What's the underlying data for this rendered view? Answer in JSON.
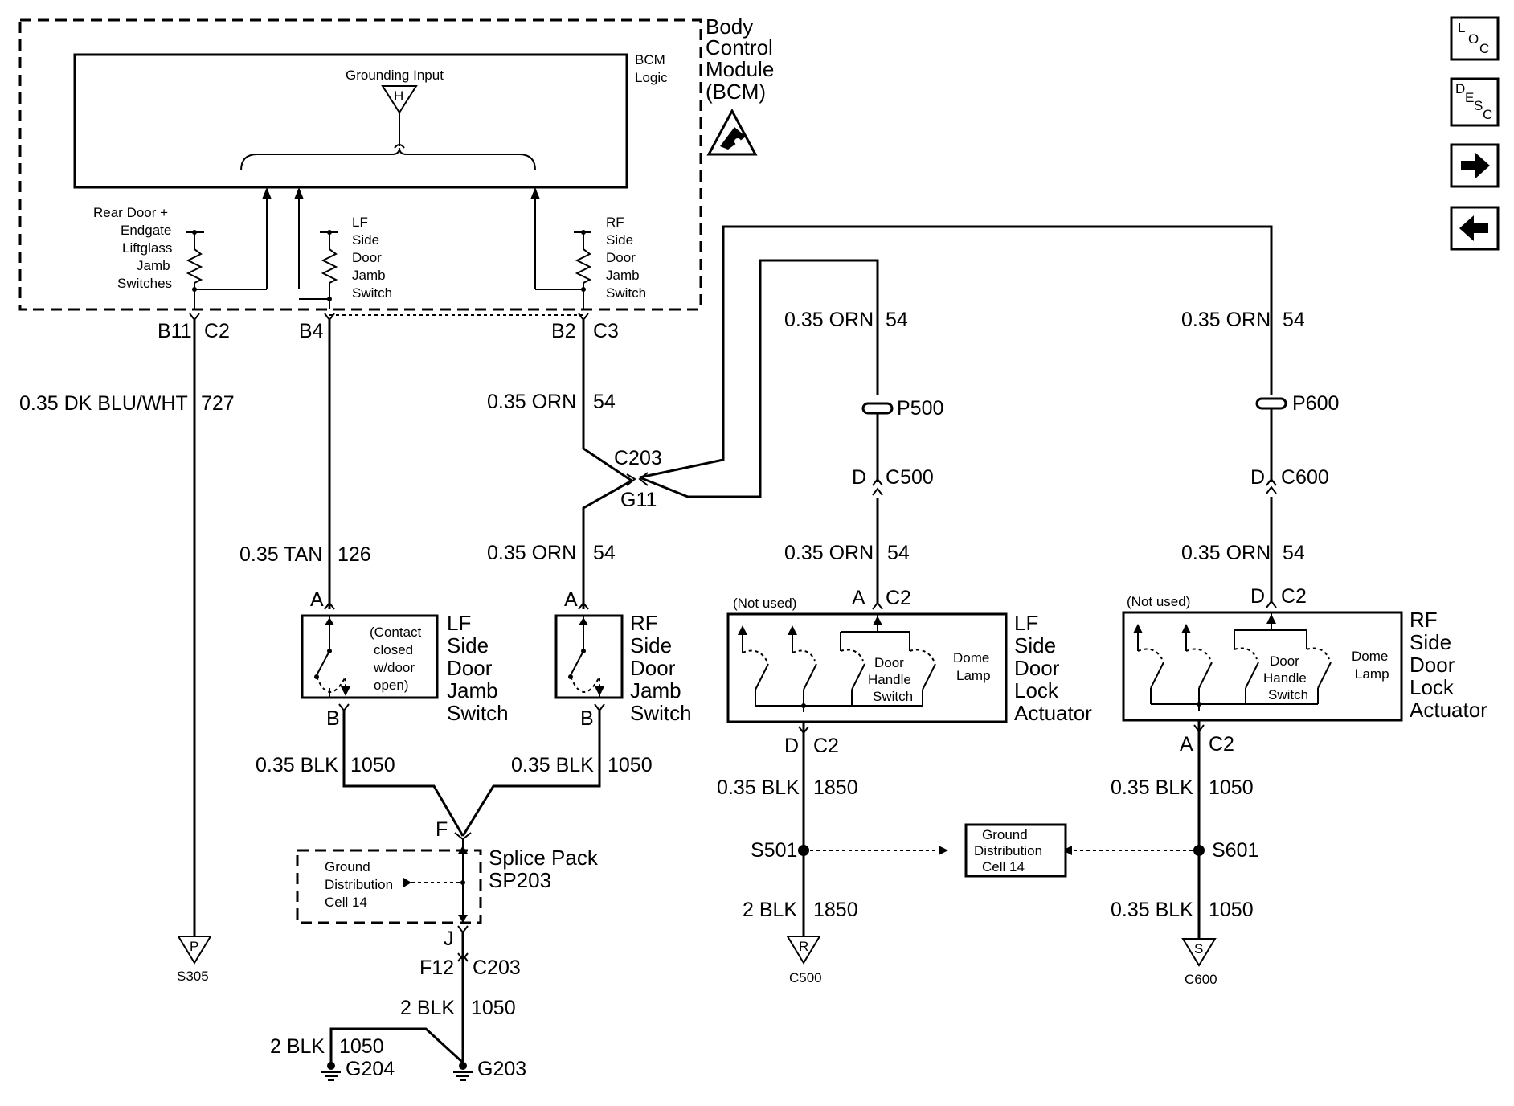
{
  "bcm": {
    "title_lines": [
      "Body",
      "Control",
      "Module",
      "(BCM)"
    ],
    "logic_lines": [
      "BCM",
      "Logic"
    ],
    "grounding_input": "Grounding Input",
    "grounding_letter": "H",
    "rear_switch_lines": [
      "Rear Door +",
      "Endgate",
      "Liftglass",
      "Jamb",
      "Switches"
    ],
    "lf_switch_lines": [
      "LF",
      "Side",
      "Door",
      "Jamb",
      "Switch"
    ],
    "rf_switch_lines": [
      "RF",
      "Side",
      "Door",
      "Jamb",
      "Switch"
    ]
  },
  "nav": {
    "loc": {
      "l1": "L",
      "l2": "O",
      "l3": "C"
    },
    "desc": {
      "l1": "D",
      "l2": "E",
      "l3": "S",
      "l4": "C"
    },
    "next_glyph": "➡",
    "prev_glyph": "⬅"
  },
  "terminals": {
    "b11": "B11",
    "c2_bcm": "C2",
    "b4": "B4",
    "b2": "B2",
    "c3": "C3",
    "c203_top": "C203",
    "g11": "G11",
    "d_c500": "D",
    "c500": "C500",
    "d_c600": "D",
    "c600": "C600",
    "a_lf_sw": "A",
    "b_lf_sw": "B",
    "a_rf_sw": "A",
    "b_rf_sw": "B",
    "a_lf_act": "A",
    "c2_lf_act": "C2",
    "d_rf_act": "D",
    "c2_rf_act": "C2",
    "d_lf_bot": "D",
    "c2_lf_bot": "C2",
    "a_rf_bot": "A",
    "c2_rf_bot": "C2",
    "f_splice": "F",
    "j_splice": "J",
    "f12": "F12",
    "c203_bot": "C203",
    "p500": "P500",
    "p600": "P600",
    "s501": "S501",
    "s601": "S601",
    "g204": "G204",
    "g203": "G203"
  },
  "wires": {
    "w727": {
      "gauge": "0.35 DK BLU/WHT",
      "circuit": "727"
    },
    "w126": {
      "gauge": "0.35 TAN",
      "circuit": "126"
    },
    "w54_bcm": {
      "gauge": "0.35 ORN",
      "circuit": "54"
    },
    "w54_rfsw": {
      "gauge": "0.35 ORN",
      "circuit": "54"
    },
    "w54_p500_top": {
      "gauge": "0.35 ORN",
      "circuit": "54"
    },
    "w54_p600_top": {
      "gauge": "0.35 ORN",
      "circuit": "54"
    },
    "w54_lf_act": {
      "gauge": "0.35 ORN",
      "circuit": "54"
    },
    "w54_rf_act": {
      "gauge": "0.35 ORN",
      "circuit": "54"
    },
    "w1050_lf": {
      "gauge": "0.35 BLK",
      "circuit": "1050"
    },
    "w1050_rf": {
      "gauge": "0.35 BLK",
      "circuit": "1050"
    },
    "w1850_top": {
      "gauge": "0.35 BLK",
      "circuit": "1850"
    },
    "w1850_bot": {
      "gauge": "2 BLK",
      "circuit": "1850"
    },
    "w1050_rfact_top": {
      "gauge": "0.35 BLK",
      "circuit": "1050"
    },
    "w1050_rfact_bot": {
      "gauge": "0.35 BLK",
      "circuit": "1050"
    },
    "w1050_g203": {
      "gauge": "2 BLK",
      "circuit": "1050"
    },
    "w1050_g204": {
      "gauge": "2 BLK",
      "circuit": "1050"
    }
  },
  "components": {
    "lf_jamb": {
      "title_lines": [
        "LF",
        "Side",
        "Door",
        "Jamb",
        "Switch"
      ],
      "note_lines": [
        "(Contact",
        "closed",
        "w/door",
        "open)"
      ]
    },
    "rf_jamb": {
      "title_lines": [
        "RF",
        "Side",
        "Door",
        "Jamb",
        "Switch"
      ]
    },
    "lf_actuator": {
      "title_lines": [
        "LF",
        "Side",
        "Door",
        "Lock",
        "Actuator"
      ],
      "not_used": "(Not used)",
      "handle_lines": [
        "Door",
        "Handle",
        "Switch"
      ],
      "dome_lines": [
        "Dome",
        "Lamp"
      ]
    },
    "rf_actuator": {
      "title_lines": [
        "RF",
        "Side",
        "Door",
        "Lock",
        "Actuator"
      ],
      "not_used": "(Not used)",
      "handle_lines": [
        "Door",
        "Handle",
        "Switch"
      ],
      "dome_lines": [
        "Dome",
        "Lamp"
      ]
    },
    "splice_pack": {
      "title_lines": [
        "Splice Pack",
        "SP203"
      ],
      "ref_lines": [
        "Ground",
        "Distribution",
        "Cell 14"
      ]
    },
    "ground_ref": {
      "lines": [
        "Ground",
        "Distribution",
        "Cell 14"
      ]
    }
  },
  "refs": {
    "p_letter": "P",
    "p_label": "S305",
    "r_letter": "R",
    "r_label": "C500",
    "s_letter": "S",
    "s_label": "C600"
  }
}
